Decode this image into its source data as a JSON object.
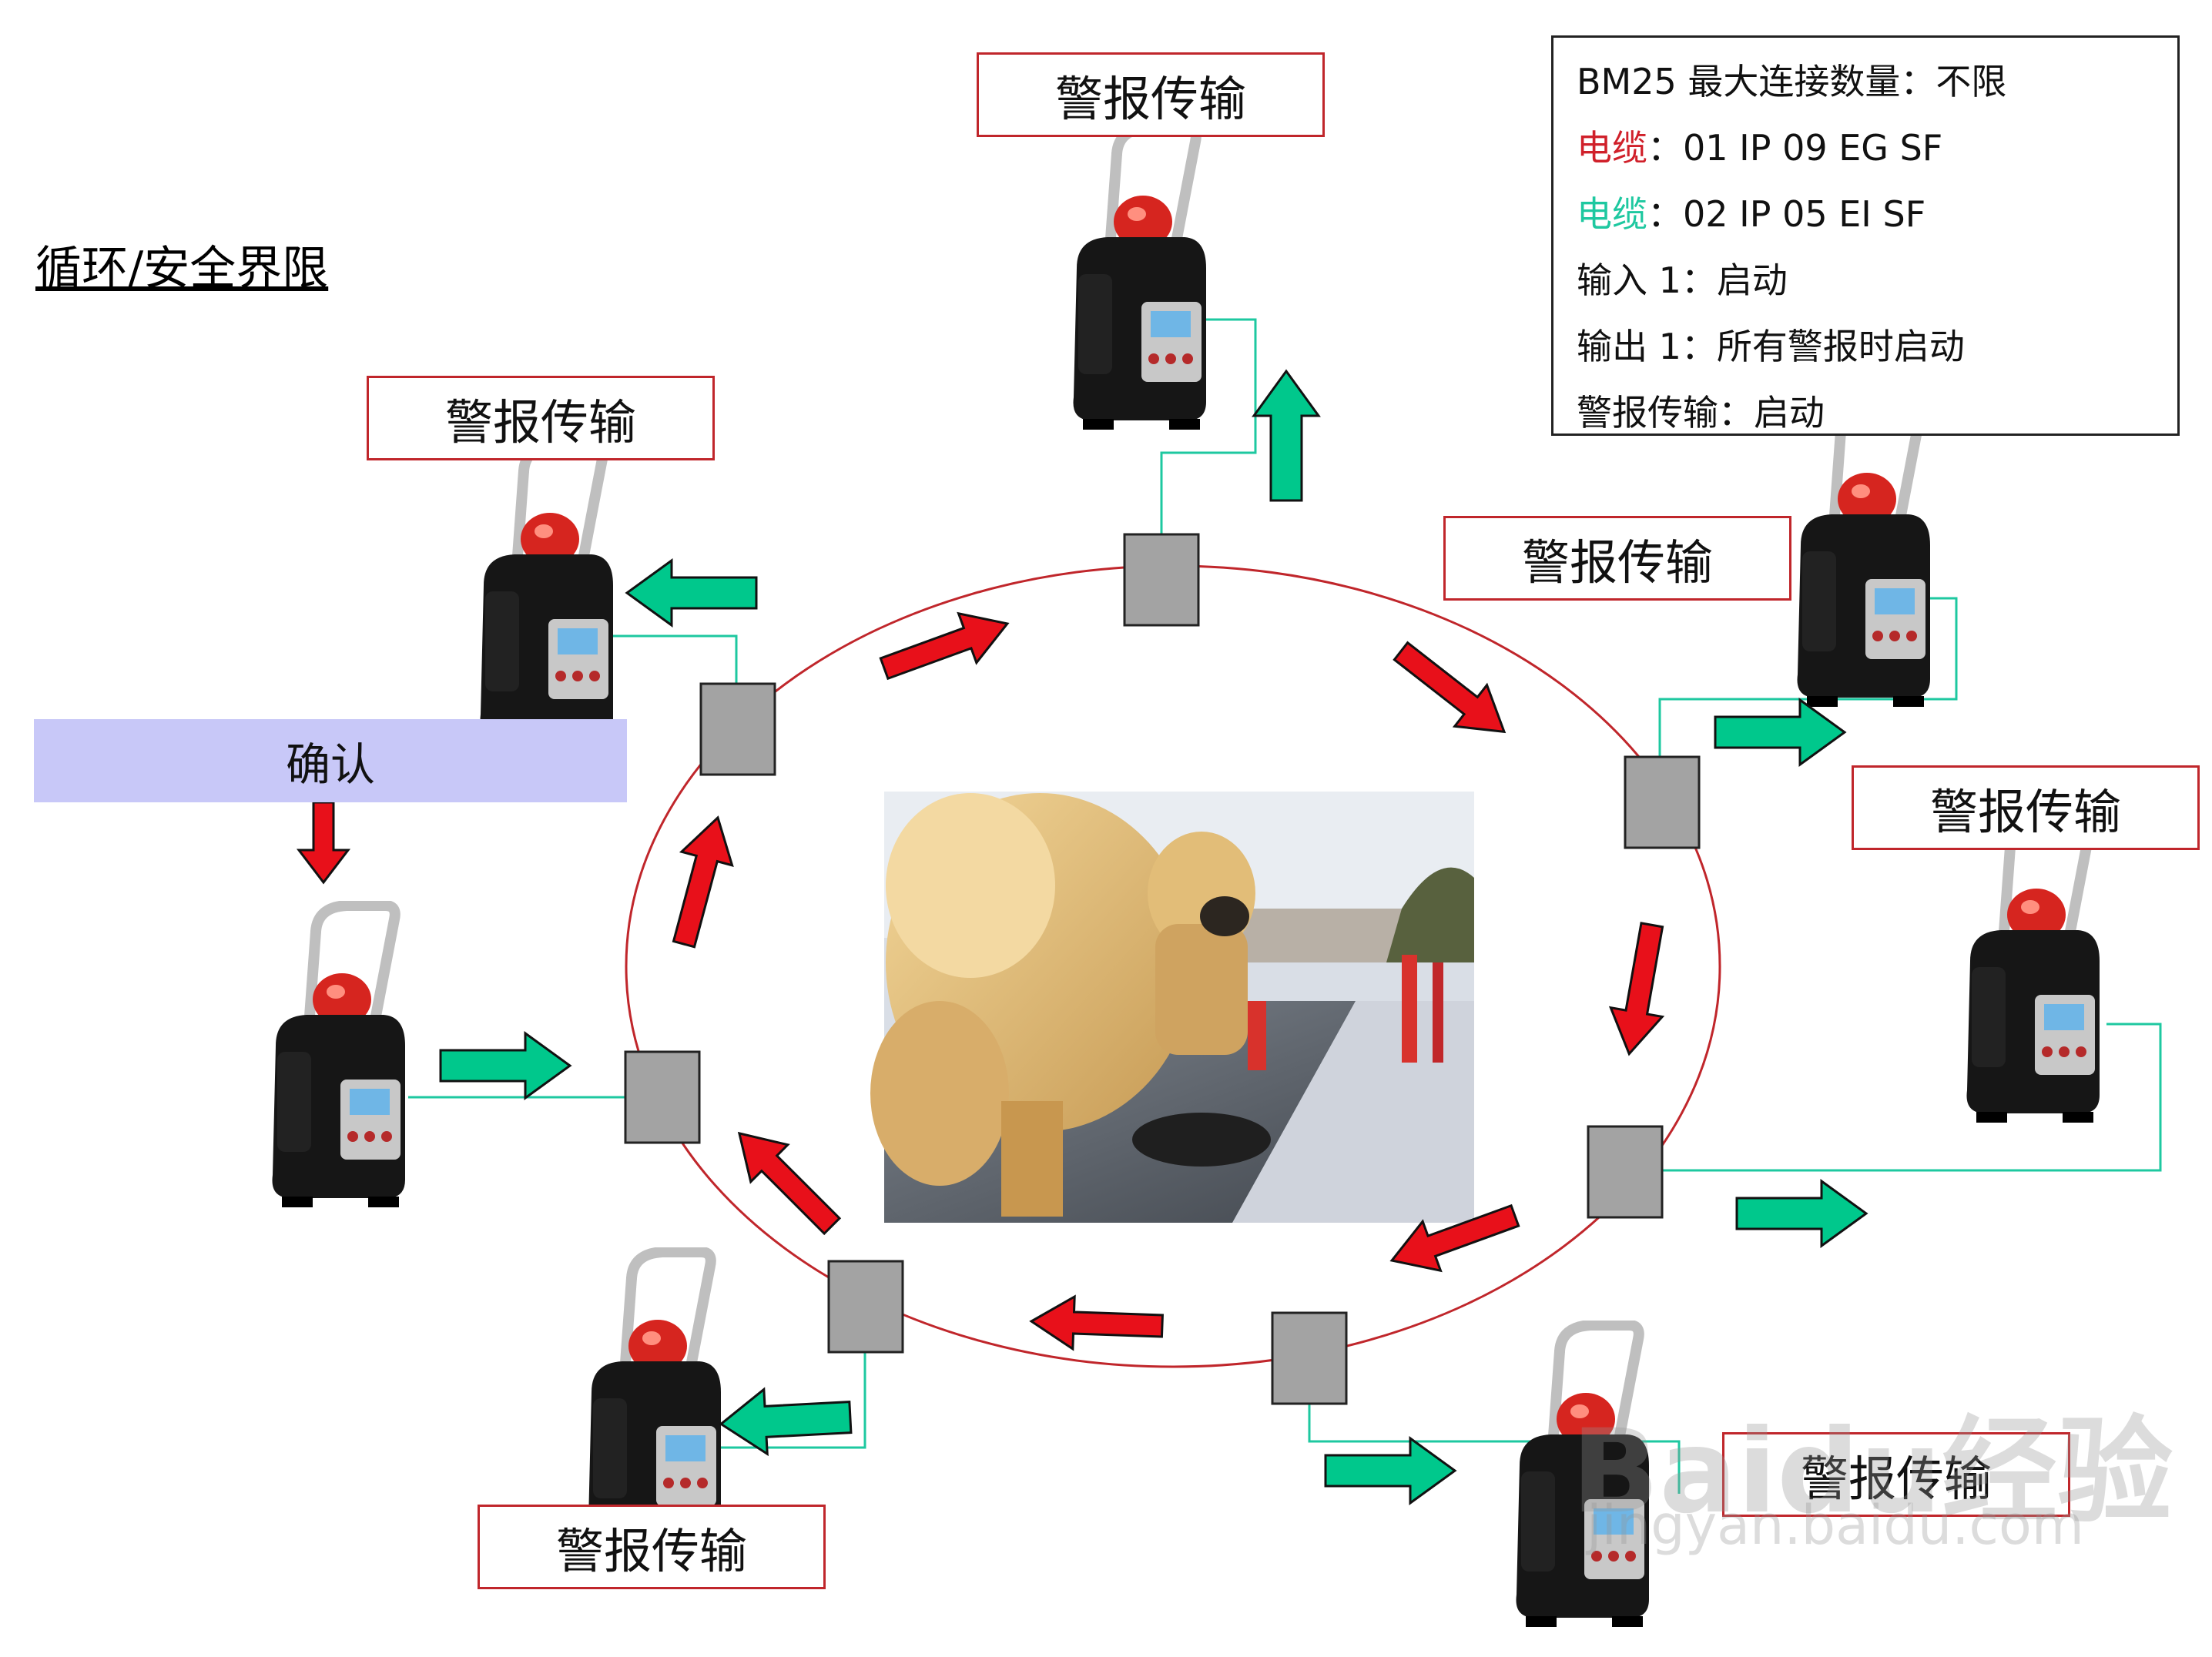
{
  "title": "循环/安全界限",
  "alarm_label": "警报传输",
  "confirm_label": "确认",
  "info": {
    "line1": "BM25 最大连接数量：不限",
    "cable_word": "电缆",
    "sep": "：",
    "cable1": "01 IP 09 EG SF",
    "cable2": "02 IP 05 EI SF",
    "line4": "输入 1：启动",
    "line5": "输出 1：所有警报时启动",
    "line6": "警报传输：启动"
  },
  "watermark": "Baidu经验",
  "watermark_url": "jingyan.baidu.com",
  "colors": {
    "ring": "#c0262b",
    "red_arrow": "#e8101a",
    "green_arrow": "#00c88c",
    "node": "#a3a3a3",
    "cable_line": "#1ec8a0",
    "confirm_bg": "#c8c8f8"
  }
}
